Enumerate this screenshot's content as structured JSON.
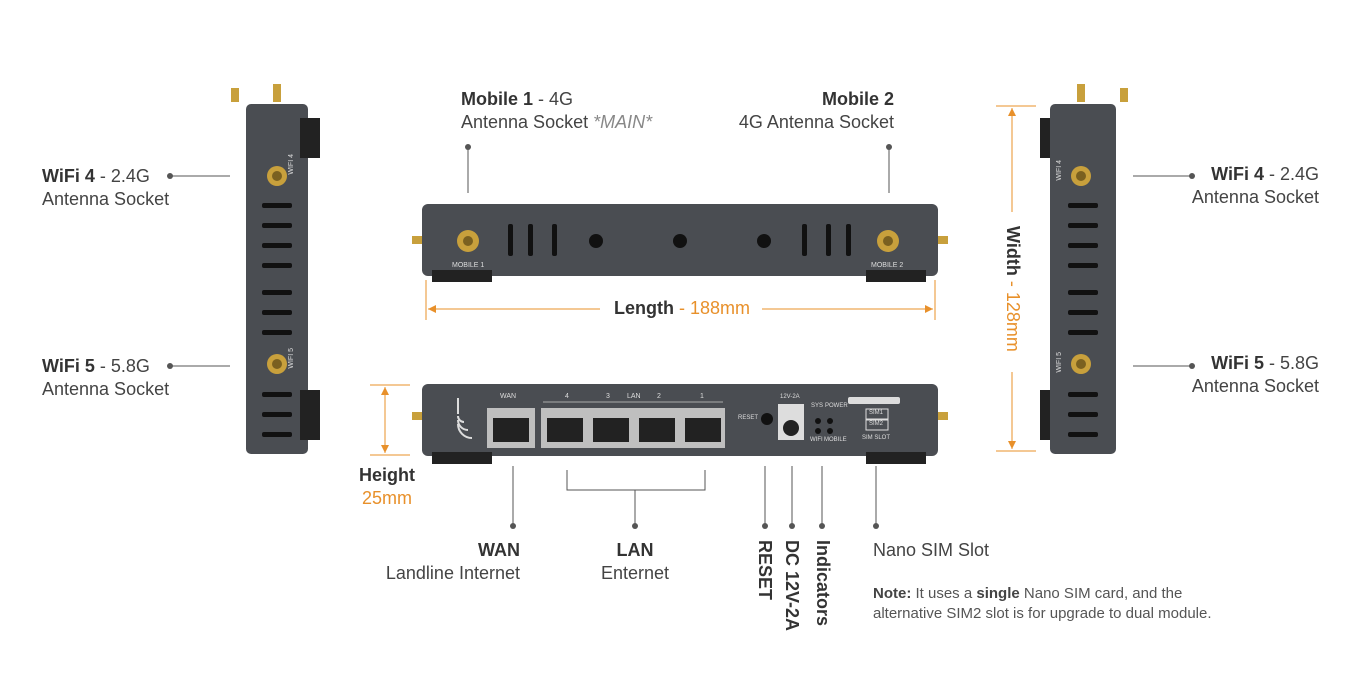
{
  "labels": {
    "wifi4_left": {
      "name": "WiFi 4",
      "freq": "2.4G",
      "line2": "Antenna Socket"
    },
    "wifi5_left": {
      "name": "WiFi 5",
      "freq": "5.8G",
      "line2": "Antenna Socket"
    },
    "wifi4_right": {
      "name": "WiFi 4",
      "freq": "2.4G",
      "line2": "Antenna Socket"
    },
    "wifi5_right": {
      "name": "WiFi 5",
      "freq": "5.8G",
      "line2": "Antenna Socket"
    },
    "mobile1": {
      "name": "Mobile 1",
      "suffix": "4G",
      "line2": "Antenna Socket",
      "main": "*MAIN*"
    },
    "mobile2": {
      "name": "Mobile 2",
      "line2": "4G Antenna Socket"
    },
    "length": {
      "name": "Length",
      "value": "188mm"
    },
    "width": {
      "name": "Width",
      "value": "128mm"
    },
    "height": {
      "name": "Height",
      "value": "25mm"
    },
    "wan": {
      "name": "WAN",
      "line2": "Landline Internet"
    },
    "lan": {
      "name": "LAN",
      "line2": "Enternet"
    },
    "reset": "RESET",
    "dc": "DC 12V-2A",
    "indicators": "Indicators",
    "sim": "Nano SIM Slot",
    "note": {
      "bold": "Note:",
      "text1": "It uses a",
      "bold2": "single",
      "text2": "Nano SIM card, and the",
      "line2": "alternative SIM2 slot is for upgrade to dual module."
    }
  },
  "device_text": {
    "mobile1": "MOBILE 1",
    "mobile2": "MOBILE 2",
    "wifi4": "WIFI 4",
    "wifi5": "WIFI 5",
    "wan": "WAN",
    "lan": "LAN",
    "port4": "4",
    "port3": "3",
    "port2": "2",
    "port1": "1",
    "reset": "RESET",
    "power": "12V-2A",
    "sys": "SYS",
    "pwr": "POWER",
    "wifi": "WIFI",
    "mobile": "MOBILE",
    "sim1": "SIM1",
    "sim2": "SIM2",
    "simslot": "SIM SLOT"
  },
  "colors": {
    "accent": "#e8902a",
    "device": "#4a4d52",
    "device_dark": "#2b2d30",
    "gold": "#c8a03c",
    "line": "#555555"
  }
}
